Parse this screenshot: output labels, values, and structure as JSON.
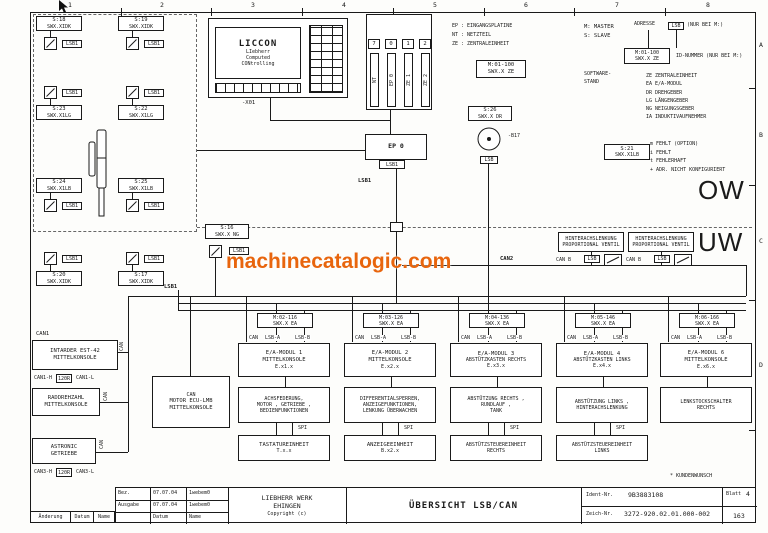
{
  "watermark": {
    "text": "machinecatalogic.com",
    "color": "#e8650d"
  },
  "ruler": {
    "cols": [
      "1",
      "2",
      "3",
      "4",
      "5",
      "6",
      "7",
      "8"
    ],
    "rows": [
      "A",
      "B",
      "C",
      "D"
    ]
  },
  "labels": {
    "ow": "OW",
    "uw": "UW",
    "can1": "CAN1",
    "can2": "CAN2",
    "lsb1_left": "LSB1",
    "lsb1_mid": "LSB1",
    "kundenwunsch": "* KUNDENWUNSCH",
    "x01": "-X01"
  },
  "liccon": {
    "title": "LICCON",
    "sub": [
      "LIebherr",
      "Computed",
      "CONtrolling"
    ]
  },
  "rack": {
    "slots": [
      {
        "num": "7",
        "name": "NT"
      },
      {
        "num": "0",
        "name": "EP 0"
      },
      {
        "num": "1",
        "name": "ZE 1"
      },
      {
        "num": "2",
        "name": "ZE 2"
      }
    ]
  },
  "legend_mid": {
    "lines": [
      "EP : EINGANGSPLATINE",
      "NT : NETZTEIL",
      "ZE : ZENTRALEINHEIT"
    ],
    "box": [
      "M:01-100",
      "SWX.X ZE"
    ]
  },
  "legend_right": {
    "master": "M: MASTER",
    "slave": "S: SLAVE",
    "adresse": "ADRESSE",
    "lsb": "LSB",
    "lsb_note": "(NUR BEI M:)",
    "box": [
      "M:01-100",
      "SWX.X ZE"
    ],
    "id_note": "ID-NUMMER (NUR BEI M:)",
    "software1": "SOFTWARE-",
    "software2": "STAND",
    "types": [
      "ZE ZENTRALEINHEIT",
      "EA E/A-MODUL",
      "DR DREHGEBER",
      "LG LÄNGENGEBER",
      "NG NEIGUNGSGEBER",
      "IA INDUKTIVAUFNEHMER"
    ],
    "status": [
      "m  FEHLT (OPTION)",
      "i  FEHLT",
      "t  FEHLERHAFT",
      "+  ADR. NICHT KONFIGURIERT"
    ]
  },
  "ep0": {
    "label": "EP 0",
    "lsb": "LSB1"
  },
  "sensors": {
    "lsb1_tag": "LSB1",
    "lsb_tag": "LSB",
    "s18": {
      "id": "S:18",
      "type": "SWX.XIDK"
    },
    "s19": {
      "id": "S:19",
      "type": "SWX.XIDK"
    },
    "s23": {
      "id": "S:23",
      "type": "SWX.X1LG"
    },
    "s22": {
      "id": "S:22",
      "type": "SWX.X1LG"
    },
    "s24": {
      "id": "S:24",
      "type": "SWX.X1LB"
    },
    "s25": {
      "id": "S:25",
      "type": "SWX.X1LB"
    },
    "s20": {
      "id": "S:20",
      "type": "SWX.XIDK"
    },
    "s17": {
      "id": "S:17",
      "type": "SWX.XIDK"
    },
    "s16": {
      "id": "S:16",
      "type": "SWX.X NG"
    },
    "s21": {
      "id": "S:21",
      "type": "SWX.X1LB"
    },
    "s26": {
      "id": "S:26",
      "type": "SWX.X DR",
      "ref": "-B17"
    }
  },
  "valves": {
    "v1": {
      "l1": "HINTERACHSLENKUNG",
      "l2": "PROPORTIONAL VENTIL",
      "can": "CAN B"
    },
    "v2": {
      "l1": "HINTERACHSLENKUNG",
      "l2": "PROPORTIONAL VENTIL",
      "can": "CAN B"
    }
  },
  "bus": {
    "can": "CAN",
    "a": "LSB-A",
    "b": "LSB-B"
  },
  "chains": [
    {
      "addr": "M:02-116",
      "addr2": "SWX.X EA",
      "main": [
        "E/A-MODUL 1",
        "MITTELKONSOLE",
        "E.x1.x"
      ],
      "func": [
        "ACHSFEDERUNG,",
        "MOTOR , GETRIEBE ,",
        "BEDIENFUNKTIONEN"
      ],
      "spi": "SPI",
      "unit": [
        "TASTATUREINHEIT",
        "T.x.x"
      ]
    },
    {
      "addr": "M:03-126",
      "addr2": "SWX.X EA",
      "main": [
        "E/A-MODUL 2",
        "MITTELKONSOLE",
        "E.x2.x"
      ],
      "func": [
        "DIFFERENTIALSPERREN,",
        "ANZEIGEFUNKTIONEN,",
        "LENKUNG ÜBERWACHEN"
      ],
      "spi": "SPI",
      "unit": [
        "ANZEIGEEINHEIT",
        "B.x2.x"
      ]
    },
    {
      "addr": "M:04-136",
      "addr2": "SWX.X EA",
      "main": [
        "E/A-MODUL 3",
        "ABSTÜTZKASTEN RECHTS",
        "E.x3.x"
      ],
      "func": [
        "ABSTÜTZUNG RECHTS ,",
        "RUNDLAUF ,",
        "TANK"
      ],
      "spi": "SPI",
      "unit": [
        "ABSTÜTZSTEUEREINHEIT",
        "RECHTS"
      ]
    },
    {
      "addr": "M:05-146",
      "addr2": "SWX.X EA",
      "main": [
        "E/A-MODUL 4",
        "ABSTÜTZKASTEN LINKS",
        "E.x4.x"
      ],
      "func": [
        "ABSTÜTZUNG LINKS ,",
        "HINTERACHSLENKUNG"
      ],
      "spi": "SPI",
      "unit": [
        "ABSTÜTZSTEUEREINHEIT",
        "LINKS"
      ]
    },
    {
      "addr": "M:06-166",
      "addr2": "SWX.X EA",
      "main": [
        "E/A-MODUL 6",
        "MITTELKONSOLE",
        "E.x6.x"
      ],
      "func": [
        "LENKSTOCKSCHALTER",
        "RECHTS"
      ]
    }
  ],
  "left_units": {
    "can": "CAN",
    "intarder": [
      "INTARDER EST-42",
      "MITTELKONSOLE"
    ],
    "raddrehzahl": [
      "RADDREHZAHL",
      "MITTELKONSOLE"
    ],
    "motor": [
      "MOTOR ECU-LMB",
      "MITTELKONSOLE"
    ],
    "astronic": [
      "ASTRONIC",
      "GETRIEBE"
    ],
    "term1": {
      "a": "CAN1-H",
      "r": "120R",
      "b": "CAN1-L"
    },
    "term3": {
      "a": "CAN3-H",
      "r": "120R",
      "b": "CAN3-L"
    }
  },
  "titleblock": {
    "bez": "Bez.",
    "bez_date": "07.07.04",
    "bez_name": "1webem0",
    "ausgabe": "Ausgabe",
    "ausgabe_date": "07.07.04",
    "ausgabe_name": "1webem0",
    "datum": "Datum",
    "name": "Name",
    "firm1": "LIEBHERR WERK",
    "firm2": "EHINGEN",
    "copyright": "Copyright (c)",
    "title": "ÜBERSICHT LSB/CAN",
    "ident_label": "Ident-Nr.",
    "ident": "9B3883108",
    "zeich_label": "Zeich-Nr.",
    "zeich": "3272-920.02.01.000-002",
    "blatt_label": "Blatt",
    "blatt": "4",
    "page": "163"
  },
  "revision": {
    "aenderung": "Änderung",
    "datum": "Datum",
    "name": "Name"
  }
}
